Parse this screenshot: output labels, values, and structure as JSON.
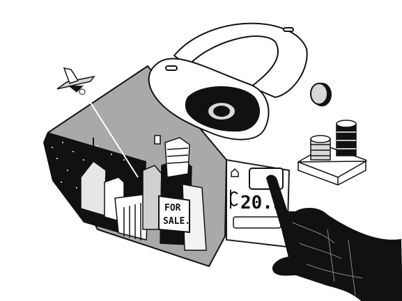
{
  "illustration": {
    "sign": {
      "line1": "FOR",
      "line2": "SALE."
    },
    "price_panel": {
      "price": "20.5",
      "currency_icon": "coin-icon"
    },
    "icons": [
      "vr-headset-icon",
      "airplane-icon",
      "coin-icon",
      "coin-stack-icon",
      "hand-icon"
    ],
    "colors": {
      "ink": "#111111",
      "mid_gray": "#a9a9a9",
      "light_gray": "#d8d8d8",
      "paper": "#ffffff"
    }
  }
}
